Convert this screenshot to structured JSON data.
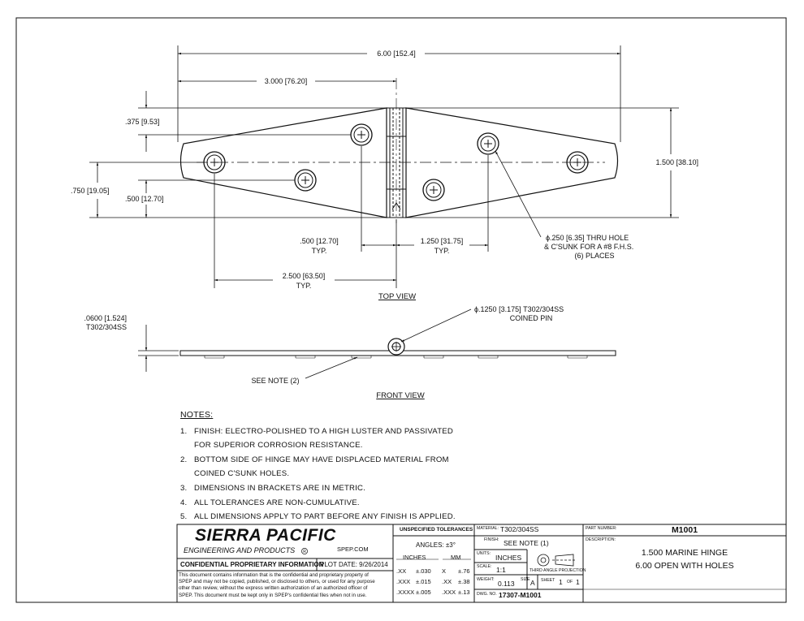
{
  "top_view": {
    "label": "TOP VIEW",
    "dim_overall": "6.00 [152.4]",
    "dim_half": "3.000 [76.20]",
    "dim_375": ".375 [9.53]",
    "dim_750": ".750 [19.05]",
    "dim_500v": ".500 [12.70]",
    "dim_height": "1.500 [38.10]",
    "dim_500h": ".500 [12.70]",
    "dim_500h_typ": "TYP.",
    "dim_1250": "1.250 [31.75]",
    "dim_1250_typ": "TYP.",
    "dim_2500": "2.500 [63.50]",
    "dim_2500_typ": "TYP.",
    "hole_note_1": "ϕ.250 [6.35]  THRU HOLE",
    "hole_note_2": "& C'SUNK FOR A #8 F.H.S.",
    "hole_note_3": "(6) PLACES"
  },
  "front_view": {
    "label": "FRONT VIEW",
    "thickness_1": ".0600 [1.524]",
    "thickness_2": "T302/304SS",
    "pin_1": "ϕ.1250 [3.175]  T302/304SS",
    "pin_2": "COINED PIN",
    "see_note": "SEE NOTE (2)"
  },
  "notes": {
    "heading": "NOTES:",
    "items": [
      {
        "num": "1.",
        "text": "FINISH: ELECTRO-POLISHED TO A HIGH LUSTER AND PASSIVATED"
      },
      {
        "num": "",
        "text": "FOR SUPERIOR CORROSION RESISTANCE."
      },
      {
        "num": "2.",
        "text": "BOTTOM SIDE OF HINGE MAY HAVE DISPLACED MATERIAL FROM"
      },
      {
        "num": "",
        "text": "COINED C'SUNK HOLES."
      },
      {
        "num": "3.",
        "text": "DIMENSIONS IN BRACKETS ARE IN METRIC."
      },
      {
        "num": "4.",
        "text": "ALL TOLERANCES ARE NON-CUMULATIVE."
      },
      {
        "num": "5.",
        "text": "ALL DIMENSIONS APPLY TO PART BEFORE ANY FINISH IS APPLIED."
      }
    ]
  },
  "title_block": {
    "company": "SIERRA PACIFIC",
    "company_sub": "ENGINEERING AND PRODUCTS",
    "registered": "R",
    "website": "SPEP.COM",
    "confidential_label": "CONFIDENTIAL PROPRIETARY INFORMATION",
    "plot_date": "PLOT DATE:  9/26/2014",
    "disclaimer_lines": [
      "This document contains information that is the confidential and proprietary property of",
      "SPEP and may not be copied, published, or disclosed to others, or used for any purpose",
      "other than review, without the express written authorization of an authorized officer of",
      "SPEP. This document must be kept only in SPEP's confidential files when not in use."
    ],
    "tol_title": "UNSPECIFIED TOLERANCES",
    "angles": "ANGLES: ±3°",
    "inches_hdr": "INCHES",
    "mm_hdr": "MM",
    "tol_rows": [
      {
        "in_fmt": ".XX",
        "in_val": "±.030",
        "mm_fmt": "X",
        "mm_val": "±.76"
      },
      {
        "in_fmt": ".XXX",
        "in_val": "±.015",
        "mm_fmt": ".XX",
        "mm_val": "±.38"
      },
      {
        "in_fmt": ".XXXX",
        "in_val": "±.005",
        "mm_fmt": ".XXX",
        "mm_val": "±.13"
      }
    ],
    "material_lbl": "MATERIAL:",
    "material": "T302/304SS",
    "finish_lbl": "FINISH:",
    "finish": "SEE NOTE (1)",
    "units_lbl": "UNITS:",
    "units": "INCHES",
    "projection": "THIRD ANGLE PROJECTION",
    "scale_lbl": "SCALE:",
    "scale": "1:1",
    "weight_lbl": "WEIGHT:",
    "weight": "0.113",
    "size_lbl": "SIZE",
    "size": "A",
    "sheet_lbl": "SHEET",
    "sheet": "1",
    "of_lbl": "OF",
    "of": "1",
    "dwg_lbl": "DWG. NO.",
    "dwg": "17307-M1001",
    "part_lbl": "PART NUMBER:",
    "part": "M1001",
    "desc_lbl": "DESCRIPTION:",
    "desc_1": "1.500 MARINE HINGE",
    "desc_2": "6.00 OPEN WITH HOLES"
  }
}
